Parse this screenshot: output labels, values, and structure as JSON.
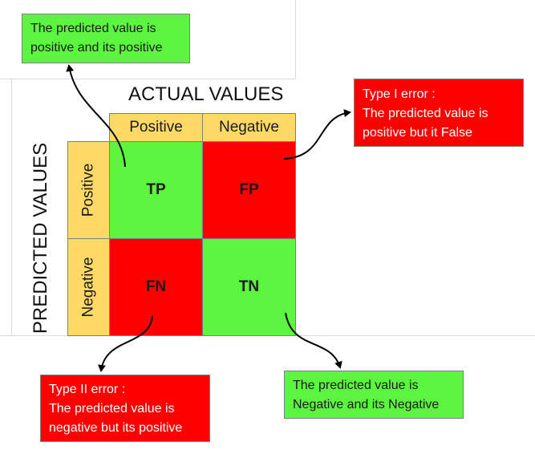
{
  "matrix": {
    "actual_title": "ACTUAL VALUES",
    "predicted_title": "PREDICTED VALUES",
    "col_headers": [
      "Positive",
      "Negative"
    ],
    "row_headers": [
      "Positive",
      "Negative"
    ],
    "cells": {
      "tp": "TP",
      "fp": "FP",
      "fn": "FN",
      "tn": "TN"
    }
  },
  "notes": {
    "tp": {
      "lines": [
        "The predicted value is",
        "positive and its positive"
      ]
    },
    "fp": {
      "lines": [
        "Type I error :",
        "The predicted value is",
        "positive but it False"
      ]
    },
    "fn": {
      "lines": [
        "Type II error :",
        "The predicted value is",
        "negative but its positive"
      ]
    },
    "tn": {
      "lines": [
        "The predicted value is",
        "Negative and its Negative"
      ]
    }
  },
  "colors": {
    "green": "#5cf53f",
    "red": "#ff0000",
    "header_yellow": "#ffd966"
  }
}
